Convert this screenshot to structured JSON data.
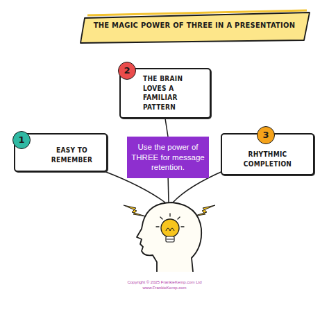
{
  "diagram": {
    "title": "THE MAGIC POWER OF THREE IN A PRESENTATION",
    "nodes": [
      {
        "text": [
          "1",
          "EASY TO REMEMBER"
        ]
      },
      {
        "text": [
          "2",
          "THE BRAIN LOVES A FAMILIAR PATTERN"
        ]
      },
      {
        "text": [
          "3",
          "RHYTHMIC COMPLETION"
        ]
      },
      {
        "text": [
          "Use the power of THREE for message retention."
        ]
      }
    ],
    "edges": [
      {
        "from": 1,
        "to": 3,
        "arrow": "none"
      }
    ],
    "labels": [
      "Copyright © 2025 FrankieKemp.com Ltd",
      "www.FrankieKemp.com"
    ]
  }
}
